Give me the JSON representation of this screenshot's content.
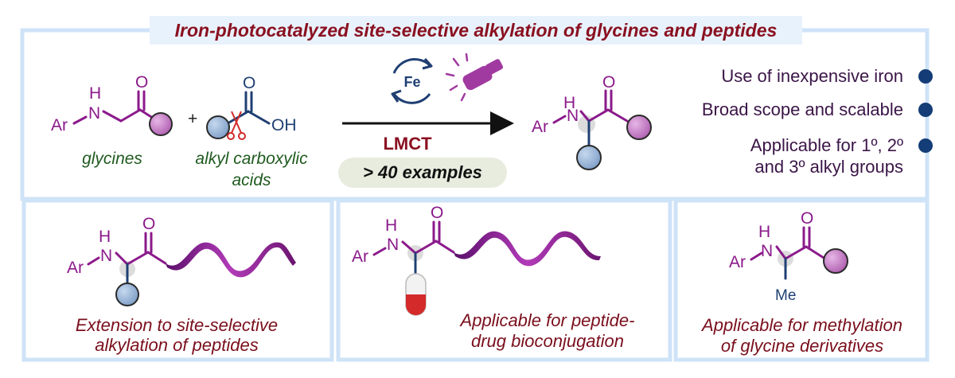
{
  "title": "Iron-photocatalyzed site-selective alkylation of glycines and peptides",
  "reaction": {
    "reactant1_label": "glycines",
    "plus": "+",
    "reactant2_label_line1": "alkyl carboxylic",
    "reactant2_label_line2": "acids",
    "catalyst": "Fe",
    "arrow_label": "LMCT",
    "scope_badge": "> 40 examples",
    "atoms": {
      "ar": "Ar",
      "h": "H",
      "o": "O",
      "oh": "OH",
      "me": "Me"
    }
  },
  "features": [
    {
      "line1": "Use of inexpensive iron"
    },
    {
      "line1": "Broad scope and scalable"
    },
    {
      "line1": "Applicable for 1º, 2º",
      "line2": "and 3º alkyl groups"
    }
  ],
  "applications": [
    {
      "line1": "Extension to site-selective",
      "line2": "alkylation of peptides"
    },
    {
      "line1": "Applicable for peptide-",
      "line2": "drug bioconjugation"
    },
    {
      "line1": "Applicable for methylation",
      "line2": "of glycine derivatives"
    }
  ],
  "colors": {
    "frame": "#cfe3f7",
    "purple": "#8b1a8b",
    "navy": "#1f3f73",
    "bullet": "#143d77",
    "title": "#8a1020",
    "green": "#1f5a1f",
    "badge": "#e8ecdf",
    "circle_purple": "#c87bc8",
    "circle_blue": "#8fb0d6"
  }
}
